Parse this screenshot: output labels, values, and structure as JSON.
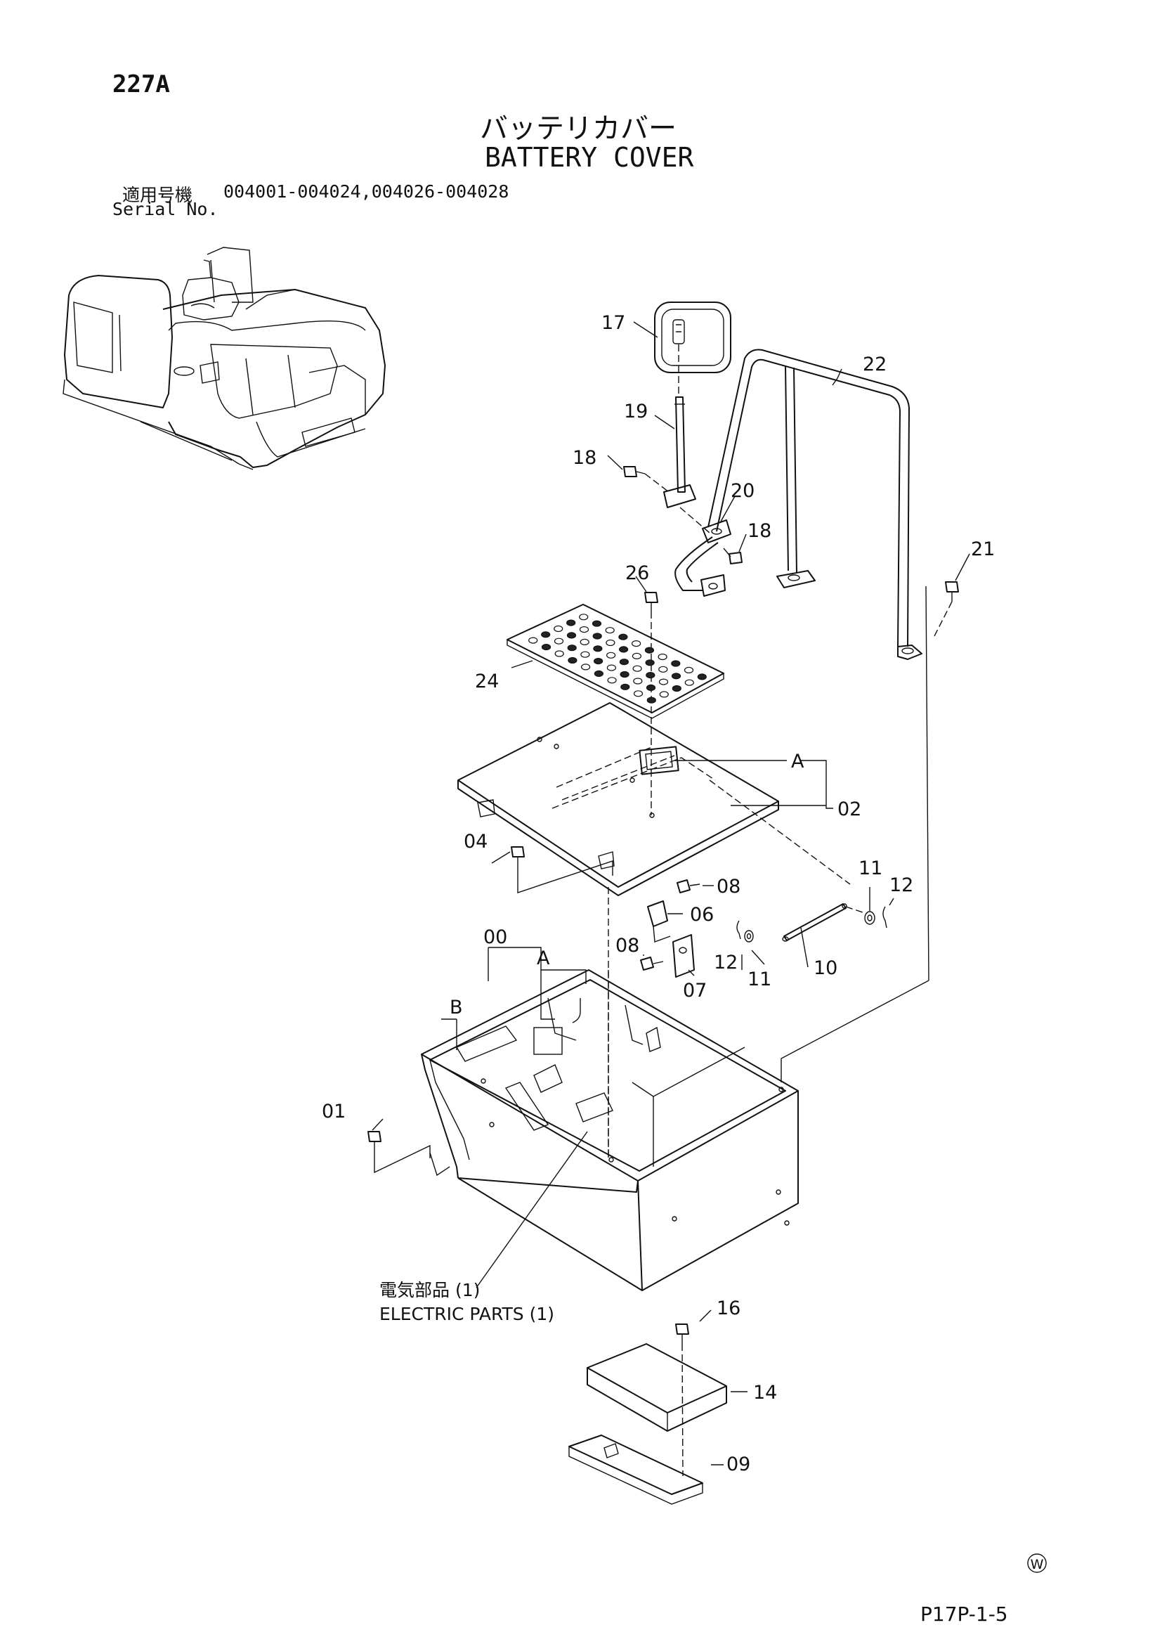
{
  "header": {
    "page_number": "227A",
    "title_jp": "バッテリカバー",
    "title_en": "BATTERY COVER",
    "serial_label_jp": "適用号機",
    "serial_range": "004001-004024,004026-004028",
    "serial_label_en": "Serial No."
  },
  "callouts": {
    "c17": "17",
    "c22": "22",
    "c19": "19",
    "c18a": "18",
    "c20": "20",
    "c18b": "18",
    "c21": "21",
    "c26": "26",
    "c24": "24",
    "cA1": "A",
    "c02": "02",
    "c04": "04",
    "c08a": "08",
    "c11a": "11",
    "c12a": "12",
    "c06": "06",
    "c00": "00",
    "cA2": "A",
    "c08b": "08",
    "c12b": "12",
    "c11b": "11",
    "c10": "10",
    "c07": "07",
    "cB": "B",
    "c01": "01",
    "c16": "16",
    "c14": "14",
    "c09": "09"
  },
  "electric_parts": {
    "label_jp": "電気部品 (1)",
    "label_en": "ELECTRIC PARTS (1)"
  },
  "footer": {
    "mark": "W",
    "page_code": "P17P-1-5"
  }
}
